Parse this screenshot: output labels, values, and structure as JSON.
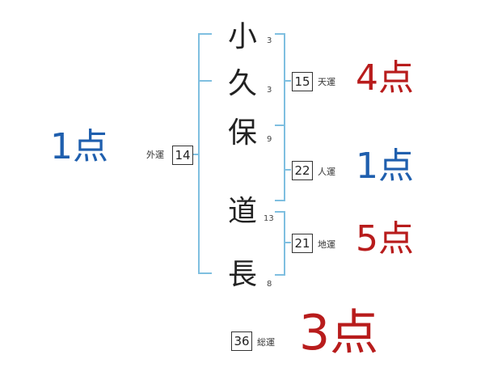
{
  "name_chars": [
    {
      "char": "小",
      "strokes": "3"
    },
    {
      "char": "久",
      "strokes": "3"
    },
    {
      "char": "保",
      "strokes": "9"
    },
    {
      "char": "道",
      "strokes": "13"
    },
    {
      "char": "長",
      "strokes": "8"
    }
  ],
  "gaiun": {
    "label": "外運",
    "number": "14",
    "score": "1点"
  },
  "tenun": {
    "label": "天運",
    "number": "15",
    "score": "4点"
  },
  "jinun": {
    "label": "人運",
    "number": "22",
    "score": "1点"
  },
  "chiun": {
    "label": "地運",
    "number": "21",
    "score": "5点"
  },
  "souun": {
    "label": "総運",
    "number": "36",
    "score": "3点"
  },
  "colors": {
    "bracket": "#7fbfe0",
    "blue_score": "#1f5fae",
    "red_score": "#b81c1c"
  }
}
